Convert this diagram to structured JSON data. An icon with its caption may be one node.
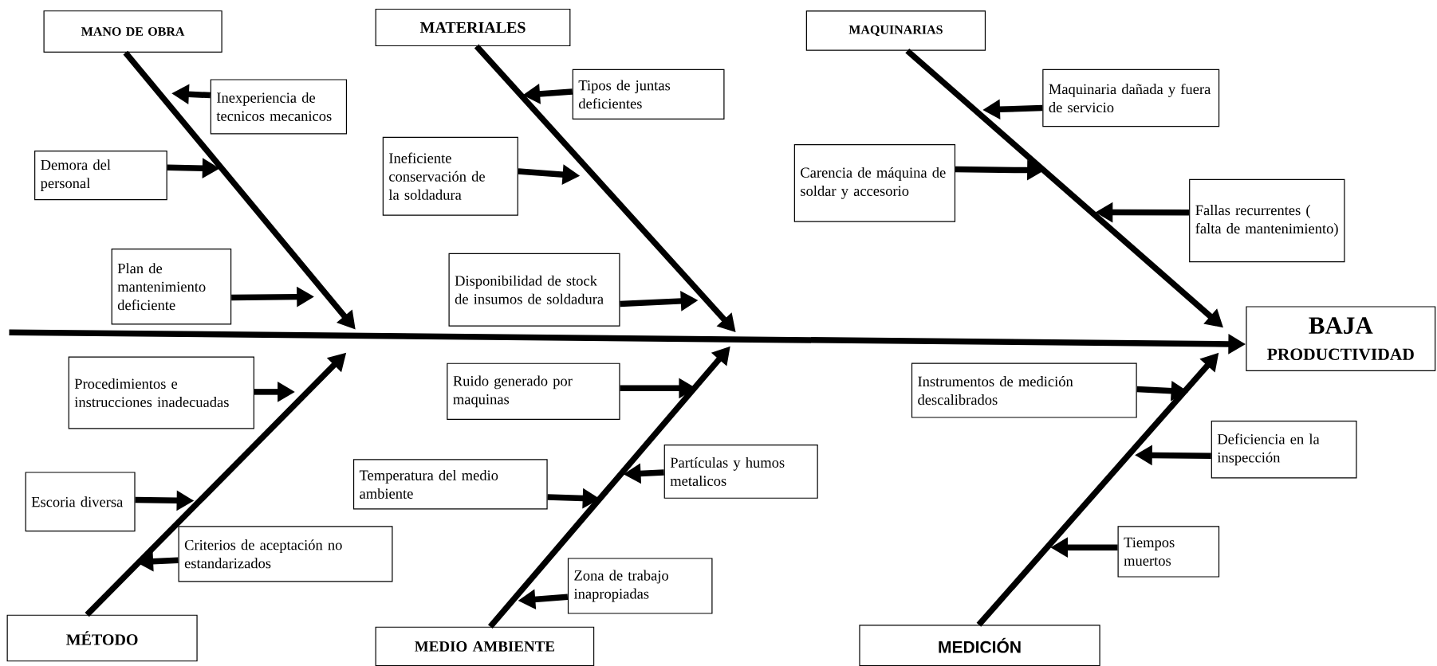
{
  "diagram": {
    "nodes": [
      {
        "text": [
          "MANO DE OBRA"
        ]
      },
      {
        "text": [
          "MATERIALES"
        ]
      },
      {
        "text": [
          "MAQUINARIAS"
        ]
      },
      {
        "text": [
          "Inexperiencia de tecnicos mecanicos"
        ]
      },
      {
        "text": [
          "Demora del personal"
        ]
      },
      {
        "text": [
          "Plan de mantenimiento deficiente"
        ]
      },
      {
        "text": [
          "Tipos de juntas deficientes"
        ]
      },
      {
        "text": [
          "Ineficiente conservación de la soldadura"
        ]
      },
      {
        "text": [
          "Disponibilidad de stock de insumos de soldadura"
        ]
      },
      {
        "text": [
          "Maquinaria dañada y fuera de servicio"
        ]
      },
      {
        "text": [
          "Carencia de máquina de soldar y accesorio"
        ]
      },
      {
        "text": [
          "Fallas recurrentes ( falta de mantenimiento)"
        ]
      },
      {
        "text": [
          "BAJA",
          "PRODUCTIVIDAD"
        ]
      },
      {
        "text": [
          "Procedimientos e instrucciones inadecuadas"
        ]
      },
      {
        "text": [
          "Escoria diversa"
        ]
      },
      {
        "text": [
          "Criterios de aceptación no estandarizados"
        ]
      },
      {
        "text": [
          "Ruido generado por maquinas"
        ]
      },
      {
        "text": [
          "Temperatura del medio ambiente"
        ]
      },
      {
        "text": [
          "Partículas y humos metalicos"
        ]
      },
      {
        "text": [
          "Zona de trabajo inapropiadas"
        ]
      },
      {
        "text": [
          "Instrumentos de medición descalibrados"
        ]
      },
      {
        "text": [
          "Deficiencia en la inspección"
        ]
      },
      {
        "text": [
          "Tiempos muertos"
        ]
      },
      {
        "text": [
          "MÉTODO"
        ]
      },
      {
        "text": [
          "MEDIO AMBIENTE"
        ]
      },
      {
        "text": [
          "MEDICIÓN"
        ]
      }
    ],
    "edges": [
      {
        "from": null,
        "to": 12,
        "arrow": "to"
      },
      {
        "from": 0,
        "to": null,
        "arrow": "to"
      },
      {
        "from": 1,
        "to": null,
        "arrow": "to"
      },
      {
        "from": 2,
        "to": null,
        "arrow": "to"
      },
      {
        "from": 23,
        "to": null,
        "arrow": "to"
      },
      {
        "from": 24,
        "to": null,
        "arrow": "to"
      },
      {
        "from": 25,
        "to": null,
        "arrow": "to"
      },
      {
        "from": 3,
        "to": null,
        "arrow": "to"
      },
      {
        "from": 4,
        "to": null,
        "arrow": "to"
      },
      {
        "from": 5,
        "to": null,
        "arrow": "to"
      },
      {
        "from": 6,
        "to": null,
        "arrow": "to"
      },
      {
        "from": 7,
        "to": null,
        "arrow": "to"
      },
      {
        "from": 8,
        "to": null,
        "arrow": "to"
      },
      {
        "from": 9,
        "to": null,
        "arrow": "to"
      },
      {
        "from": 10,
        "to": null,
        "arrow": "to"
      },
      {
        "from": 11,
        "to": null,
        "arrow": "to"
      },
      {
        "from": 13,
        "to": null,
        "arrow": "to"
      },
      {
        "from": 14,
        "to": null,
        "arrow": "to"
      },
      {
        "from": 15,
        "to": null,
        "arrow": "to"
      },
      {
        "from": 16,
        "to": null,
        "arrow": "to"
      },
      {
        "from": 17,
        "to": null,
        "arrow": "to"
      },
      {
        "from": 18,
        "to": null,
        "arrow": "to"
      },
      {
        "from": 19,
        "to": null,
        "arrow": "to"
      },
      {
        "from": 20,
        "to": null,
        "arrow": "to"
      },
      {
        "from": 21,
        "to": null,
        "arrow": "to"
      },
      {
        "from": 22,
        "to": null,
        "arrow": "to"
      }
    ]
  }
}
